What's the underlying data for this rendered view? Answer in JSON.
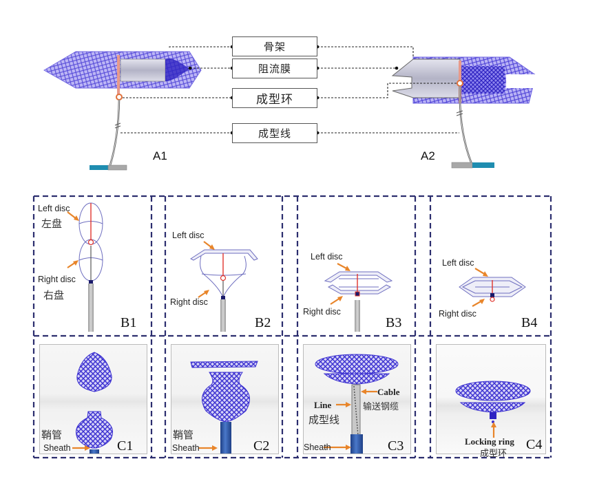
{
  "colors": {
    "dash": "#2b2d6e",
    "mesh": "#4b3fd6",
    "mesh_light": "#9d95f0",
    "membrane": "#c9c9d6",
    "red_line": "#e0342c",
    "arrow": "#e8852a",
    "handle_blue": "#1f8db0",
    "handle_gray": "#a8a8a8",
    "sheath": "#2f56a8"
  },
  "top": {
    "labels": [
      "骨架",
      "阻流膜",
      "成型环",
      "成型线"
    ],
    "panel_a1": "A1",
    "panel_a2": "A2"
  },
  "row_b": [
    {
      "tag": "B1",
      "left_disc": "Left disc",
      "left_disc_cn": "左盘",
      "right_disc": "Right disc",
      "right_disc_cn": "右盘"
    },
    {
      "tag": "B2",
      "left_disc": "Left disc",
      "right_disc": "Right disc"
    },
    {
      "tag": "B3",
      "left_disc": "Left disc",
      "right_disc": "Right disc"
    },
    {
      "tag": "B4",
      "left_disc": "Left disc",
      "right_disc": "Right disc"
    }
  ],
  "row_c": [
    {
      "tag": "C1",
      "sheath_cn": "鞘管",
      "sheath": "Sheath"
    },
    {
      "tag": "C2",
      "sheath_cn": "鞘管",
      "sheath": "Sheath"
    },
    {
      "tag": "C3",
      "cable": "Cable",
      "cable_cn": "输送钢缆",
      "line": "Line",
      "line_cn": "成型线",
      "sheath": "Sheath"
    },
    {
      "tag": "C4",
      "locking_ring": "Locking ring",
      "locking_ring_cn": "成型环"
    }
  ]
}
